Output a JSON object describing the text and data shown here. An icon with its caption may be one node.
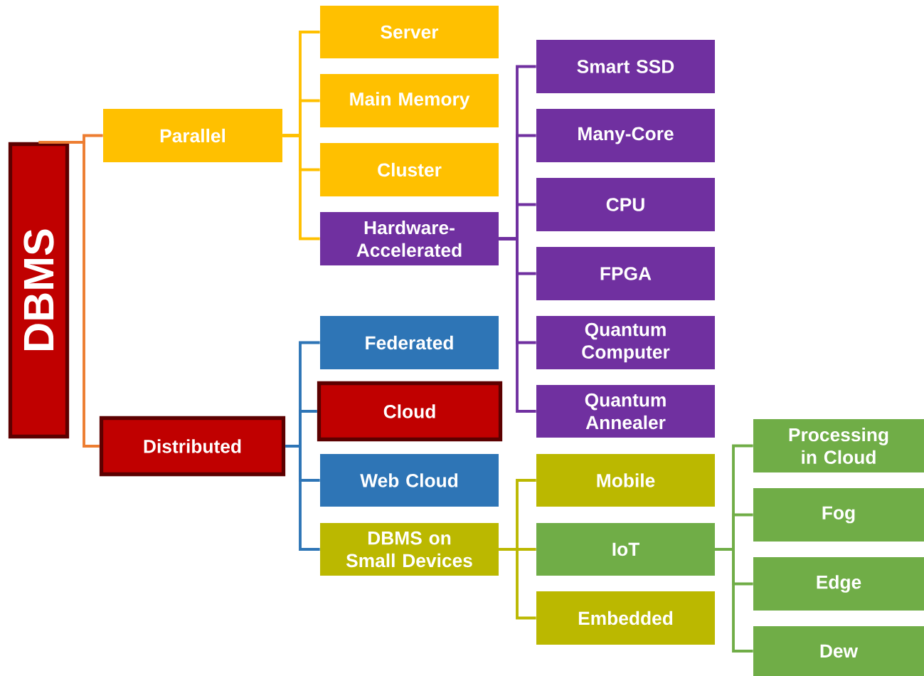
{
  "diagram": {
    "nodes": [
      {
        "text": [
          "DBMS"
        ]
      },
      {
        "text": [
          "Parallel"
        ]
      },
      {
        "text": [
          "Distributed"
        ]
      },
      {
        "text": [
          "Server"
        ]
      },
      {
        "text": [
          "Main Memory"
        ]
      },
      {
        "text": [
          "Cluster"
        ]
      },
      {
        "text": [
          "Hardware-Accelerated"
        ]
      },
      {
        "text": [
          "Federated"
        ]
      },
      {
        "text": [
          "Cloud"
        ]
      },
      {
        "text": [
          "Web Cloud"
        ]
      },
      {
        "text": [
          "DBMS on Small Devices"
        ]
      },
      {
        "text": [
          "Smart SSD"
        ]
      },
      {
        "text": [
          "Many-Core"
        ]
      },
      {
        "text": [
          "CPU"
        ]
      },
      {
        "text": [
          "FPGA"
        ]
      },
      {
        "text": [
          "Quantum Computer"
        ]
      },
      {
        "text": [
          "Quantum Annealer"
        ]
      },
      {
        "text": [
          "Mobile"
        ]
      },
      {
        "text": [
          "IoT"
        ]
      },
      {
        "text": [
          "Embedded"
        ]
      },
      {
        "text": [
          "Processing in Cloud"
        ]
      },
      {
        "text": [
          "Fog"
        ]
      },
      {
        "text": [
          "Edge"
        ]
      },
      {
        "text": [
          "Dew"
        ]
      }
    ],
    "edges": [
      {
        "from": 0,
        "to": 1,
        "arrow": "none",
        "color": "#ed7d31"
      },
      {
        "from": 0,
        "to": 2,
        "arrow": "none",
        "color": "#ed7d31"
      },
      {
        "from": 1,
        "to": 3,
        "arrow": "none",
        "color": "#ffc000"
      },
      {
        "from": 1,
        "to": 4,
        "arrow": "none",
        "color": "#ffc000"
      },
      {
        "from": 1,
        "to": 5,
        "arrow": "none",
        "color": "#ffc000"
      },
      {
        "from": 1,
        "to": 6,
        "arrow": "none",
        "color": "#ffc000"
      },
      {
        "from": 2,
        "to": 7,
        "arrow": "none",
        "color": "#2e75b6"
      },
      {
        "from": 2,
        "to": 8,
        "arrow": "none",
        "color": "#2e75b6"
      },
      {
        "from": 2,
        "to": 9,
        "arrow": "none",
        "color": "#2e75b6"
      },
      {
        "from": 2,
        "to": 10,
        "arrow": "none",
        "color": "#2e75b6"
      },
      {
        "from": 6,
        "to": 11,
        "arrow": "none",
        "color": "#7030a0"
      },
      {
        "from": 6,
        "to": 12,
        "arrow": "none",
        "color": "#7030a0"
      },
      {
        "from": 6,
        "to": 13,
        "arrow": "none",
        "color": "#7030a0"
      },
      {
        "from": 6,
        "to": 14,
        "arrow": "none",
        "color": "#7030a0"
      },
      {
        "from": 6,
        "to": 15,
        "arrow": "none",
        "color": "#7030a0"
      },
      {
        "from": 6,
        "to": 16,
        "arrow": "none",
        "color": "#7030a0"
      },
      {
        "from": 10,
        "to": 17,
        "arrow": "none",
        "color": "#bbb800"
      },
      {
        "from": 10,
        "to": 18,
        "arrow": "none",
        "color": "#bbb800"
      },
      {
        "from": 10,
        "to": 19,
        "arrow": "none",
        "color": "#bbb800"
      },
      {
        "from": 18,
        "to": 20,
        "arrow": "none",
        "color": "#70ad47"
      },
      {
        "from": 18,
        "to": 21,
        "arrow": "none",
        "color": "#70ad47"
      },
      {
        "from": 18,
        "to": 22,
        "arrow": "none",
        "color": "#70ad47"
      },
      {
        "from": 18,
        "to": 23,
        "arrow": "none",
        "color": "#70ad47"
      }
    ]
  }
}
